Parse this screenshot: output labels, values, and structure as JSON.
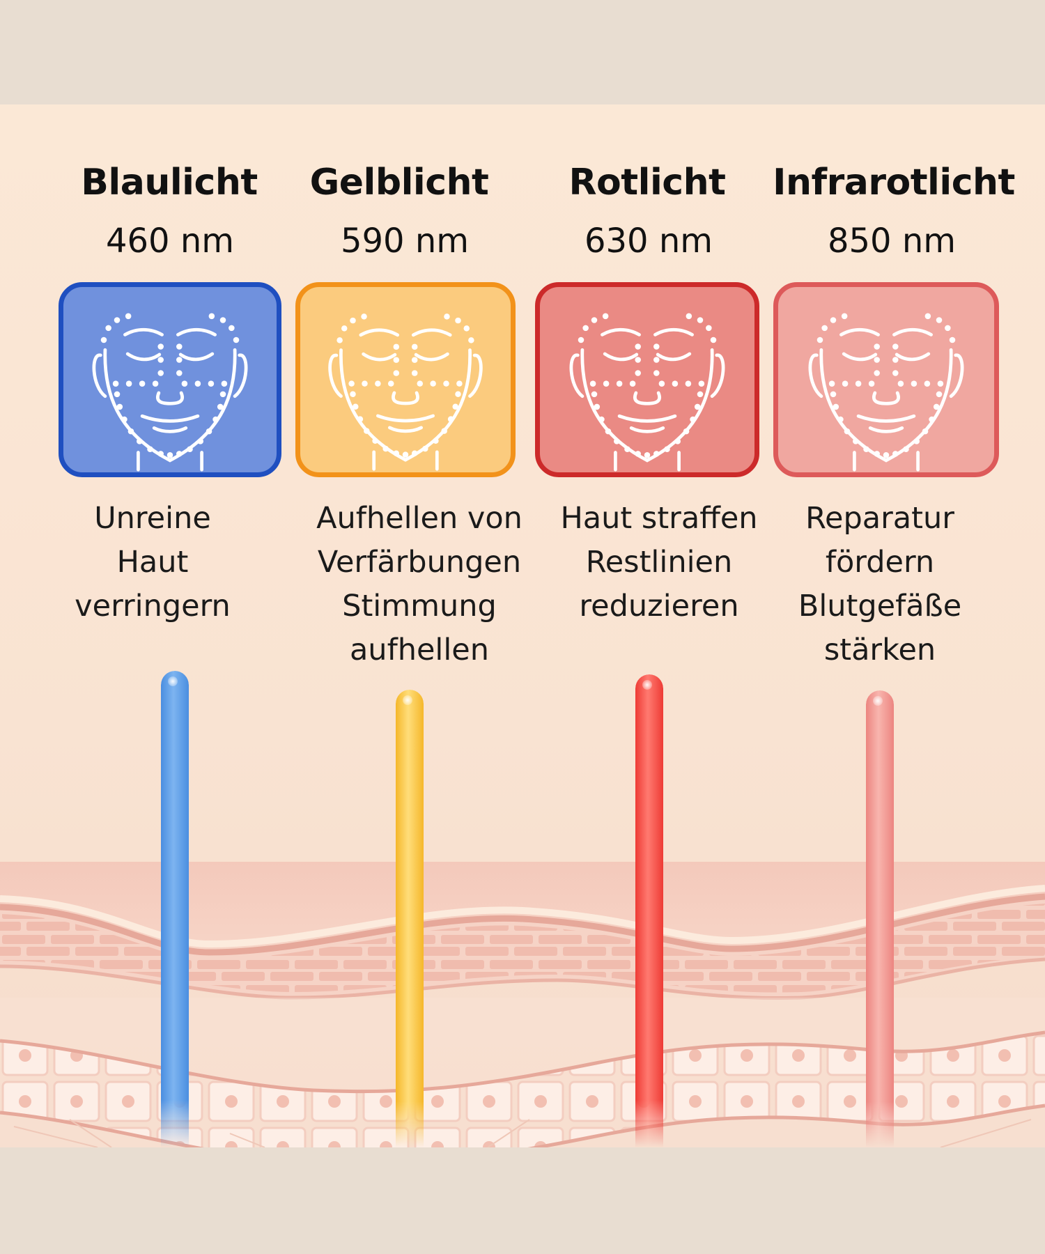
{
  "columns": [
    {
      "name": "Blaulicht",
      "wavelength": "460 nm",
      "description": [
        "Unreine",
        "Haut",
        "verringern"
      ],
      "border_color": "#1f4fc0",
      "fill_color": "#7091dd",
      "beam_color": "#4a8ee0",
      "beam_light": "#7db4f0"
    },
    {
      "name": "Gelblicht",
      "wavelength": "590 nm",
      "description": [
        "Aufhellen von",
        "Verfärbungen",
        "Stimmung",
        "aufhellen"
      ],
      "border_color": "#f2921a",
      "fill_color": "#fbcb7e",
      "beam_color": "#f5b72a",
      "beam_light": "#ffdd7a"
    },
    {
      "name": "Rotlicht",
      "wavelength": "630 nm",
      "description": [
        "Haut straffen",
        "Restlinien",
        "reduzieren"
      ],
      "border_color": "#cc2a2a",
      "fill_color": "#ea8a84",
      "beam_color": "#ee3b35",
      "beam_light": "#ff7a70"
    },
    {
      "name": "Infrarotlicht",
      "wavelength": "850 nm",
      "description": [
        "Reparatur",
        "fördern",
        "Blutgefäße",
        "stärken"
      ],
      "border_color": "#dd5a5a",
      "fill_color": "#f0a7a0",
      "beam_color": "#ec8580",
      "beam_light": "#f8b5ae"
    }
  ],
  "colors": {
    "outer_background": "#e8ddd1",
    "panel_background": "#fbe8d6",
    "skin_epidermis": "#f5cfc2",
    "skin_line": "#e6a89a",
    "skin_cells": "#f0bdb0"
  }
}
